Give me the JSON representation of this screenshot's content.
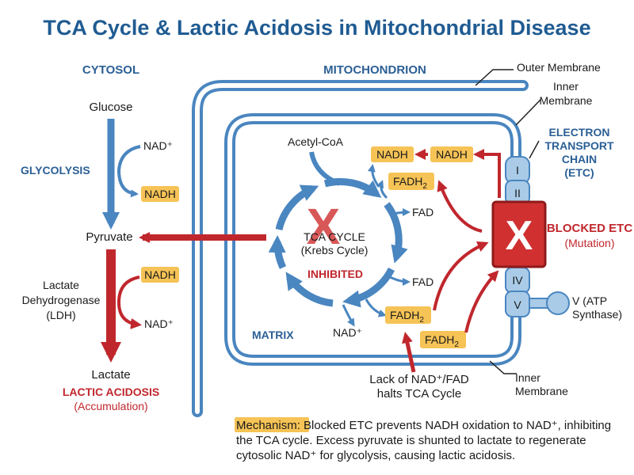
{
  "title": "TCA Cycle & Lactic Acidosis in Mitochondrial Disease",
  "sections": {
    "cytosol": "CYTOSOL",
    "mitochondrion": "MITOCHONDRION",
    "matrix": "MATRIX"
  },
  "membranes": {
    "outer": "Outer Membrane",
    "inner_top_1": "Inner",
    "inner_top_2": "Membrane",
    "inner_bottom_1": "Inner",
    "inner_bottom_2": "Membrane"
  },
  "cytosol": {
    "glucose": "Glucose",
    "glycolysis": "GLYCOLYSIS",
    "nad_plus": "NAD⁺",
    "nadh": "NADH",
    "pyruvate": "Pyruvate",
    "ldh_1": "Lactate",
    "ldh_2": "Dehydrogenase",
    "ldh_3": "(LDH)",
    "nadh_2": "NADH",
    "nad_plus_2": "NAD⁺",
    "lactate": "Lactate",
    "acidosis_1": "LACTIC ACIDOSIS",
    "acidosis_2": "(Accumulation)"
  },
  "tca": {
    "acetyl_coa": "Acetyl-CoA",
    "label_1": "TCA CYCLE",
    "label_2": "(Krebs Cycle)",
    "inhibited": "INHIBITED",
    "block_mark": "X",
    "nadh_a": "NADH",
    "nadh_b": "NADH",
    "fadh2_a": "FADH",
    "fadh2_b": "FADH",
    "fadh2_c": "FADH",
    "sub2": "2",
    "fad_a": "FAD",
    "fad_b": "FAD",
    "nad_plus": "NAD⁺"
  },
  "etc": {
    "title_1": "ELECTRON",
    "title_2": "TRANSPORT",
    "title_3": "CHAIN",
    "title_4": "(ETC)",
    "complex_i": "I",
    "complex_ii": "II",
    "complex_iv": "IV",
    "complex_v": "V",
    "block_mark": "X",
    "blocked_1": "BLOCKED ETC",
    "blocked_2": "(Mutation)",
    "atp_1": "V (ATP",
    "atp_2": "Synthase)"
  },
  "note": {
    "line_1": "Lack of NAD⁺/FAD",
    "line_2": "halts TCA Cycle"
  },
  "mechanism": {
    "label": "Mechanism:",
    "line_1": " Blocked ETC prevents NADH oxidation to NAD⁺, inhibiting",
    "line_2": "the TCA cycle. Excess pyruvate is shunted to lactate to regenerate",
    "line_3": "cytosolic NAD⁺ for glycolysis, causing lactic acidosis."
  },
  "colors": {
    "blue": "#4a86c0",
    "blue_dark": "#2b5f95",
    "red": "#c0272d",
    "highlight": "#f6c356",
    "membrane_fill": "#a9cbe8"
  }
}
